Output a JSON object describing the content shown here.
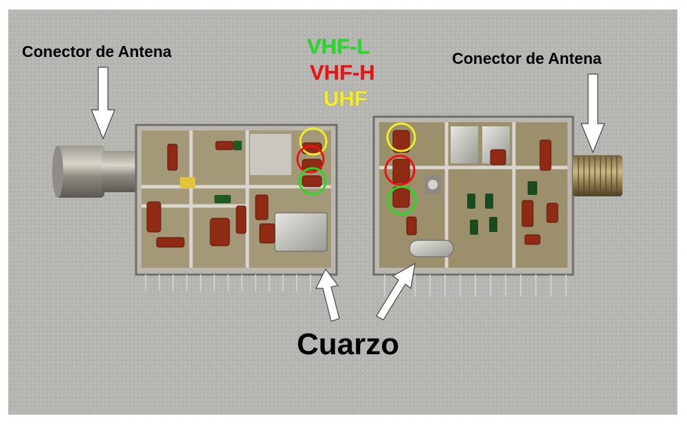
{
  "labels": {
    "antenna_left": "Conector de Antena",
    "antenna_right": "Conector de Antena",
    "crystal": "Cuarzo"
  },
  "bands": [
    {
      "label": "VHF-L",
      "color": "#22dd22"
    },
    {
      "label": "VHF-H",
      "color": "#ee1111"
    },
    {
      "label": "UHF",
      "color": "#f2ee22"
    }
  ],
  "colors": {
    "background_fabric": "#b9b9b5",
    "frame": "#ffffff",
    "arrow": "#ffffff",
    "pcb": "#9a8a62",
    "coil": "#8f2a14"
  }
}
